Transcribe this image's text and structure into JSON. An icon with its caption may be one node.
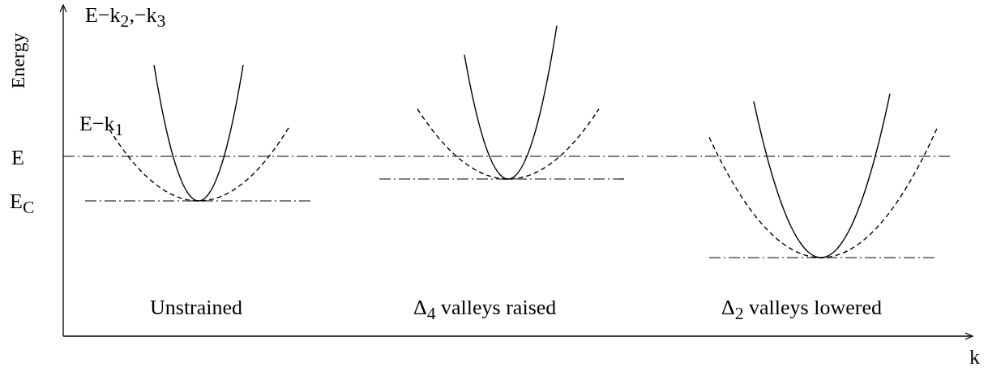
{
  "diagram": {
    "labels": [
      "Energy",
      "E−k$_{2}$,−k$_{3}$",
      "E−k$_{1}$",
      "E",
      "E$_{C}$",
      "Unstrained",
      "Δ$_{4}$ valleys raised",
      "Δ$_{2}$ valleys lowered",
      "k"
    ]
  }
}
